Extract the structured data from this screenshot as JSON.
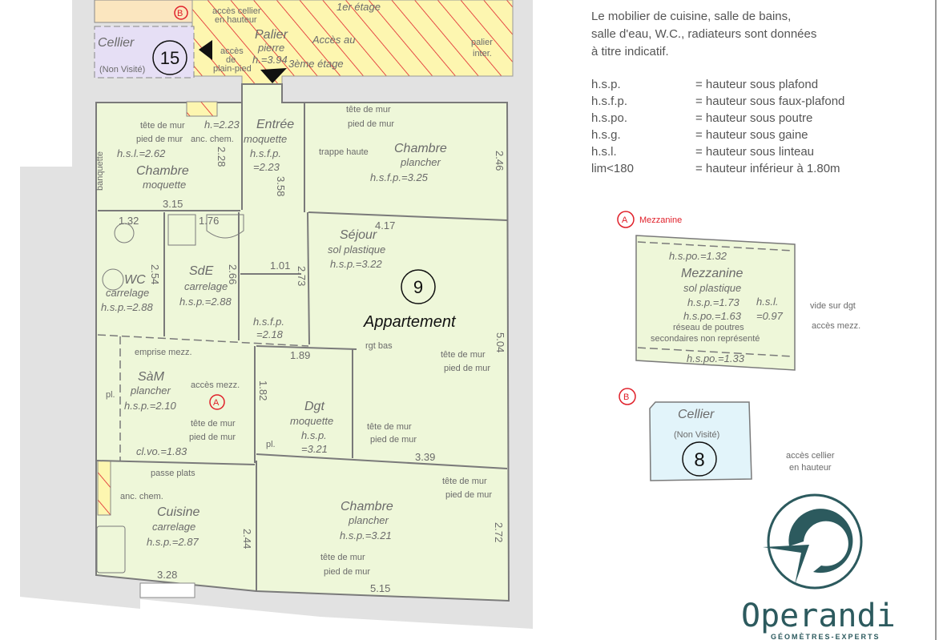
{
  "colors": {
    "room_fill": "#eef7d9",
    "wall_gray": "#e2e2e2",
    "common_yellow": "#fdf6b0",
    "hatch_red": "#e0202a",
    "cellier15_fill": "#e6dff5",
    "cellier8_fill": "#e2f4fa",
    "logo_teal": "#2c5a5e",
    "text_gray": "#6b6b6b"
  },
  "top": {
    "marker_b": "B",
    "acces_cellier_1": "accès cellier",
    "acces_cellier_2": "en hauteur",
    "etage1": "1er étage",
    "palier": "Palier",
    "palier_floor": "pierre",
    "palier_height": "h.=3.94",
    "acces_pp_1": "accès",
    "acces_pp_2": "de",
    "acces_pp_3": "plain-pied",
    "acces3_1": "Accès au",
    "acces3_2": "3ème étage",
    "palier_inter_1": "palier",
    "palier_inter_2": "inter."
  },
  "cellier15": {
    "name": "Cellier",
    "status": "(Non Visité)",
    "number": "15"
  },
  "rooms": {
    "chambre1": {
      "name": "Chambre",
      "floor": "moquette",
      "hsl": "h.s.l.=2.62",
      "tete": "tête de mur",
      "pied": "pied de mur",
      "banquette": "banquette",
      "h": "h.=2.23",
      "anc": "anc. chem.",
      "dim_w": "3.15",
      "dim_h": "2.28"
    },
    "entree": {
      "name": "Entrée",
      "floor": "moquette",
      "hsfp": "h.s.f.p.",
      "hsfp_val": "=2.23",
      "dim": "3.58",
      "trappe": "trappe haute"
    },
    "chambre2": {
      "name": "Chambre",
      "floor": "plancher",
      "height": "h.s.f.p.=3.25",
      "tete": "tête de mur",
      "pied": "pied de mur",
      "dim": "2.46"
    },
    "wc": {
      "name": "WC",
      "floor": "carrelage",
      "height": "h.s.p.=2.88",
      "dim_w": "1.32",
      "dim_h": "2.54"
    },
    "sde": {
      "name": "SdE",
      "floor": "carrelage",
      "height": "h.s.p.=2.88",
      "dim_w": "1.76",
      "dim_h": "2.66"
    },
    "placard": {
      "hsfp": "h.s.f.p.",
      "hsfp_val": "=2.18",
      "dim_w": "1.01",
      "dim_h": "2.73"
    },
    "sejour": {
      "name": "Séjour",
      "floor": "sol plastique",
      "height": "h.s.p.=3.22",
      "dim_w": "4.17",
      "dim_h": "5.04",
      "tete": "tête de mur",
      "pied": "pied de mur",
      "rgt": "rgt bas"
    },
    "appartement": {
      "number": "9",
      "label": "Appartement"
    },
    "sam": {
      "name": "SàM",
      "floor": "plancher",
      "height": "h.s.p.=2.10",
      "emprise": "emprise mezz.",
      "acces": "accès mezz.",
      "marker": "A",
      "tete": "tête de mur",
      "pied": "pied de mur",
      "clvo": "cl.vo.=1.83",
      "pl": "pl.",
      "dim": "1.82"
    },
    "dgt": {
      "name": "Dgt",
      "floor": "moquette",
      "hsp": "h.s.p.",
      "hsp_val": "=3.21",
      "dim": "1.89",
      "pl": "pl.",
      "tete": "tête de mur",
      "pied": "pied de mur"
    },
    "cuisine": {
      "name": "Cuisine",
      "floor": "carrelage",
      "height": "h.s.p.=2.87",
      "passe": "passe plats",
      "anc": "anc. chem.",
      "dim_w": "3.28",
      "dim_h": "2.44"
    },
    "chambre3": {
      "name": "Chambre",
      "floor": "plancher",
      "height": "h.s.p.=3.21",
      "dim_w1": "3.39",
      "dim_w2": "5.15",
      "dim_h": "2.72",
      "tete1": "tête de mur",
      "pied1": "pied de mur",
      "tete2": "tête de mur",
      "pied2": "pied de mur"
    }
  },
  "notes": {
    "line1": "Le mobilier de cuisine, salle de bains,",
    "line2": "salle d'eau, W.C., radiateurs sont données",
    "line3": "à titre indicatif.",
    "abbreviations": [
      {
        "abbr": "h.s.p.",
        "def": "= hauteur sous plafond"
      },
      {
        "abbr": "h.s.f.p.",
        "def": "= hauteur sous faux-plafond"
      },
      {
        "abbr": "h.s.po.",
        "def": "= hauteur sous poutre"
      },
      {
        "abbr": "h.s.g.",
        "def": "= hauteur sous gaine"
      },
      {
        "abbr": "h.s.l.",
        "def": "= hauteur sous linteau"
      },
      {
        "abbr": "lim<180",
        "def": "= hauteur inférieur à 1.80m"
      }
    ]
  },
  "mezzanine": {
    "marker": "A",
    "title": "Mezzanine",
    "hspo_top": "h.s.po.=1.32",
    "name": "Mezzanine",
    "floor": "sol plastique",
    "hsp": "h.s.p.=1.73",
    "hsl": "h.s.l.",
    "hspo": "h.s.po.=1.63",
    "hsl_val": "=0.97",
    "reseau1": "réseau de poutres",
    "reseau2": "secondaires non représenté",
    "hspo_bottom": "h.s.po.=1.33",
    "vide": "vide sur dgt",
    "acces": "accès mezz."
  },
  "cellier8": {
    "marker": "B",
    "name": "Cellier",
    "status": "(Non Visité)",
    "number": "8",
    "acces1": "accès cellier",
    "acces2": "en hauteur"
  },
  "logo": {
    "name": "Operandi",
    "tagline": "GÉOMÈTRES-EXPERTS"
  }
}
